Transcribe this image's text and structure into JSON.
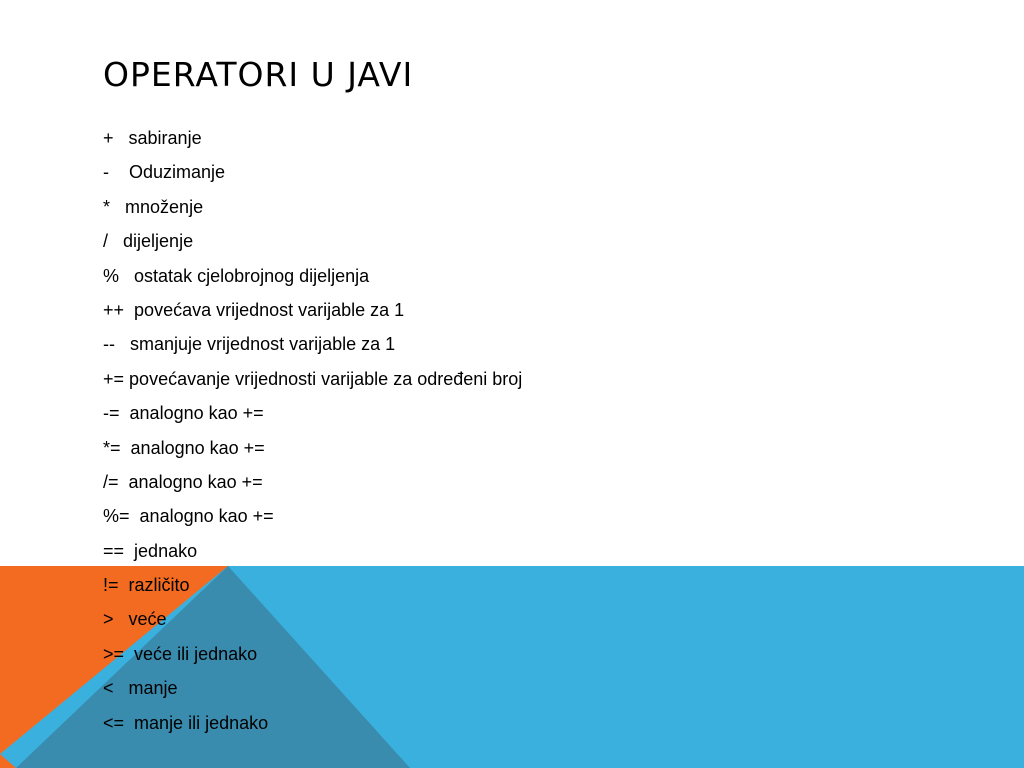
{
  "title": "OPERATORI U JAVI",
  "colors": {
    "orange": "#F36B21",
    "blue": "#3AB0DE",
    "overlap": "#3A8CAE",
    "text": "#000000"
  },
  "lines": [
    {
      "op": "+",
      "gap": "   ",
      "desc": "sabiranje"
    },
    {
      "op": "-",
      "gap": "    ",
      "desc": "Oduzimanje"
    },
    {
      "op": "*",
      "gap": "   ",
      "desc": "množenje"
    },
    {
      "op": "/",
      "gap": "   ",
      "desc": "dijeljenje"
    },
    {
      "op": "%",
      "gap": "   ",
      "desc": "ostatak cjelobrojnog dijeljenja"
    },
    {
      "op": "++",
      "gap": "  ",
      "desc": "povećava vrijednost varijable za 1"
    },
    {
      "op": "--",
      "gap": "   ",
      "desc": "smanjuje vrijednost varijable za 1"
    },
    {
      "op": "+=",
      "gap": " ",
      "desc": "povećavanje vrijednosti varijable za određeni broj"
    },
    {
      "op": "-=",
      "gap": "  ",
      "desc": "analogno kao +="
    },
    {
      "op": "*=",
      "gap": "  ",
      "desc": "analogno kao +="
    },
    {
      "op": "/=",
      "gap": "  ",
      "desc": "analogno kao +="
    },
    {
      "op": "%=",
      "gap": "  ",
      "desc": "analogno kao +="
    },
    {
      "op": "==",
      "gap": "  ",
      "desc": "jednako"
    },
    {
      "op": "!=",
      "gap": "  ",
      "desc": "različito"
    },
    {
      "op": ">",
      "gap": "   ",
      "desc": "veće"
    },
    {
      "op": ">=",
      "gap": "  ",
      "desc": "veće ili jednako"
    },
    {
      "op": "<",
      "gap": "   ",
      "desc": "manje"
    },
    {
      "op": "<=",
      "gap": "  ",
      "desc": "manje ili jednako"
    }
  ]
}
